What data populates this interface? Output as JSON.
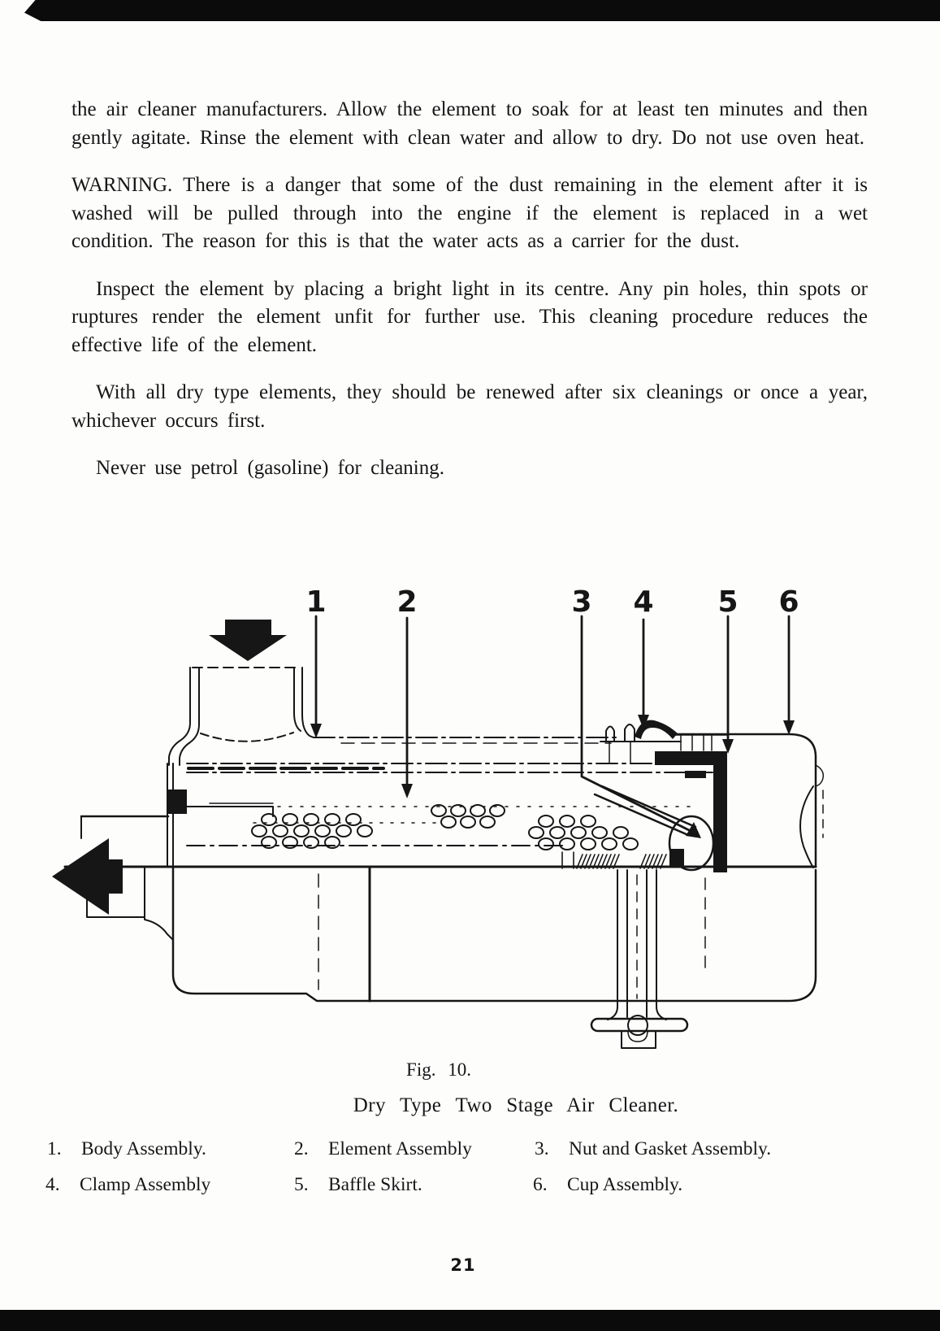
{
  "page": {
    "number": "21"
  },
  "content": {
    "paragraphs": [
      "the air cleaner manufacturers. Allow the element to soak for at least ten minutes and then gently agitate. Rinse the element with clean water and allow to dry. Do not use oven heat.",
      "WARNING. There is a danger that some of the dust remaining in the element after it is washed will be pulled through into the engine if the element is replaced in a wet condition. The reason for this is that the water acts as a carrier for the dust.",
      "Inspect the element by placing a bright light in its centre. Any pin holes, thin spots or ruptures render the element unfit for further use. This cleaning procedure reduces the effective life of the element.",
      "With all dry type elements, they should be renewed after six cleanings or once a year, whichever occurs first.",
      "Never use petrol (gasoline) for cleaning."
    ]
  },
  "figure": {
    "fig_label": "Fig. 10.",
    "title": "Dry Type Two Stage Air Cleaner.",
    "callouts": [
      "1",
      "2",
      "3",
      "4",
      "5",
      "6"
    ],
    "legend": [
      {
        "num": "1.",
        "label": "Body Assembly."
      },
      {
        "num": "2.",
        "label": "Element Assembly"
      },
      {
        "num": "3.",
        "label": "Nut and Gasket Assembly."
      },
      {
        "num": "4.",
        "label": "Clamp Assembly"
      },
      {
        "num": "5.",
        "label": "Baffle Skirt."
      },
      {
        "num": "6.",
        "label": "Cup Assembly."
      }
    ]
  },
  "colors": {
    "ink": "#161616",
    "paper": "#fdfdfc"
  }
}
